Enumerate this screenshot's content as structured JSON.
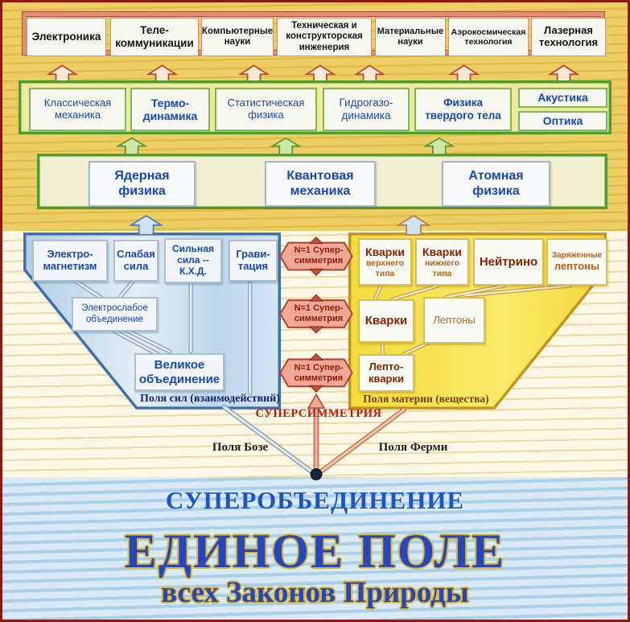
{
  "technologies": {
    "boxes": [
      {
        "label": "Электроника"
      },
      {
        "label": "Теле-\nкоммуникации"
      },
      {
        "label": "Компьютерные\nнауки"
      },
      {
        "label": "Техническая и\nконструкторская\nинженерия"
      },
      {
        "label": "Материальные\nнауки"
      },
      {
        "label": "Аэрокосмическая\nтехнология"
      },
      {
        "label": "Лазерная\nтехнология"
      }
    ]
  },
  "applied_physics": {
    "boxes": [
      {
        "label": "Классическая\nмеханика"
      },
      {
        "label": "Термо-\nдинамика"
      },
      {
        "label": "Статистическая\nфизика"
      },
      {
        "label": "Гидрогазо-\nдинамика"
      },
      {
        "label": "Физика\nтвердого тела"
      },
      {
        "label": "Акустика"
      },
      {
        "label": "Оптика"
      }
    ]
  },
  "quantum_level": {
    "boxes": [
      {
        "label": "Ядерная\nфизика"
      },
      {
        "label": "Квантовая\nмеханика"
      },
      {
        "label": "Атомная\nфизика"
      }
    ]
  },
  "force_fields": {
    "forces": [
      {
        "label": "Электро-\nмагнетизм"
      },
      {
        "label": "Слабая\nсила"
      },
      {
        "label": "Сильная\nсила --\nК.Х.Д."
      },
      {
        "label": "Грави-\nтация"
      }
    ],
    "electroweak": "Электрослабое\nобъединение",
    "grand_unification": "Великое\nобъединение",
    "caption": "Поля сил (взаимодействий)"
  },
  "matter_fields": {
    "particles": [
      {
        "title": "Кварки",
        "subtitle": "верхнего\nтипа"
      },
      {
        "title": "Кварки",
        "subtitle": "нижнего\nтипа"
      },
      {
        "title": "Нейтрино",
        "subtitle": ""
      },
      {
        "title": "лептоны",
        "subtitle": "Заряженные"
      }
    ],
    "quarks_group": "Кварки",
    "leptons_group": "Лептоны",
    "leptoquarks": "Лепто-\nкварки",
    "caption": "Поля материи (вещества)"
  },
  "supersymmetry": {
    "link_label": "N=1 Супер-\nсимметрия",
    "label": "СУПЕРСИММЕТРИЯ"
  },
  "fields": {
    "bose": "Поля Бозе",
    "fermi": "Поля Ферми"
  },
  "superunification": "СУПЕРОБЪЕДИНЕНИЕ",
  "unified_field": {
    "title": "ЕДИНОЕ ПОЛЕ",
    "subtitle": "всех Законов Природы"
  },
  "colors": {
    "accent_blue": "#1747c0",
    "accent_red": "#cb1309",
    "panel_green": "#4f9c2a",
    "triangle_blue": "#3e6fa6",
    "triangle_yellow": "#c3931d"
  }
}
